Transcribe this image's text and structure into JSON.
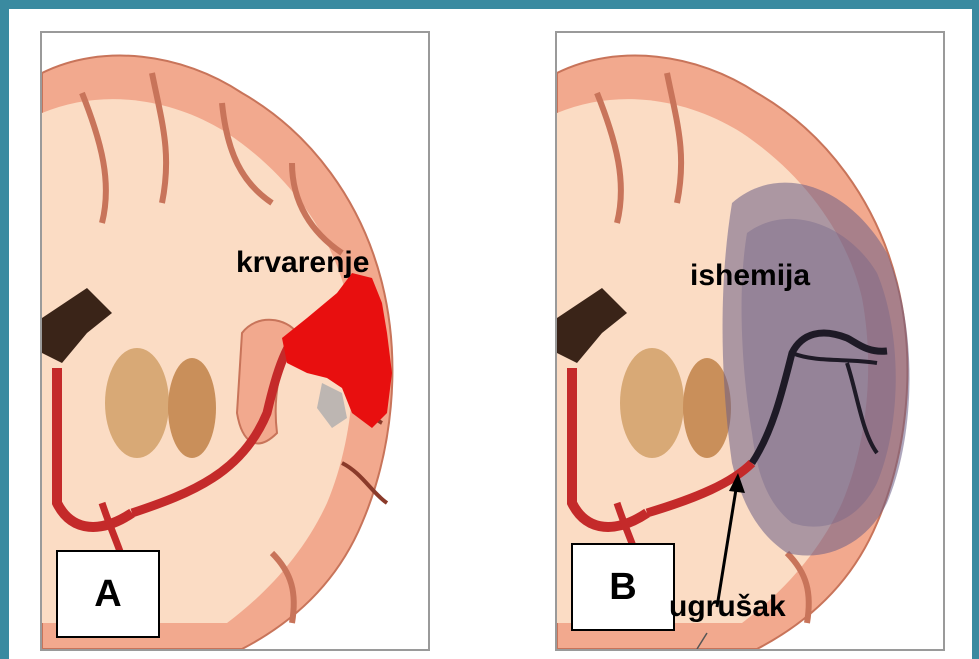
{
  "panels": [
    {
      "letter": "A",
      "annotation": "krvarenje"
    },
    {
      "letter": "B",
      "annotation": "ishemija",
      "pointer_label": "ugrušak"
    }
  ],
  "colors": {
    "frame": "#3a8aa0",
    "cortex": "#f2a98e",
    "white_matter": "#fbdcc4",
    "artery": "#c42a2a",
    "hemorrhage": "#e80f0f",
    "ischemia": "#6b5f86"
  }
}
